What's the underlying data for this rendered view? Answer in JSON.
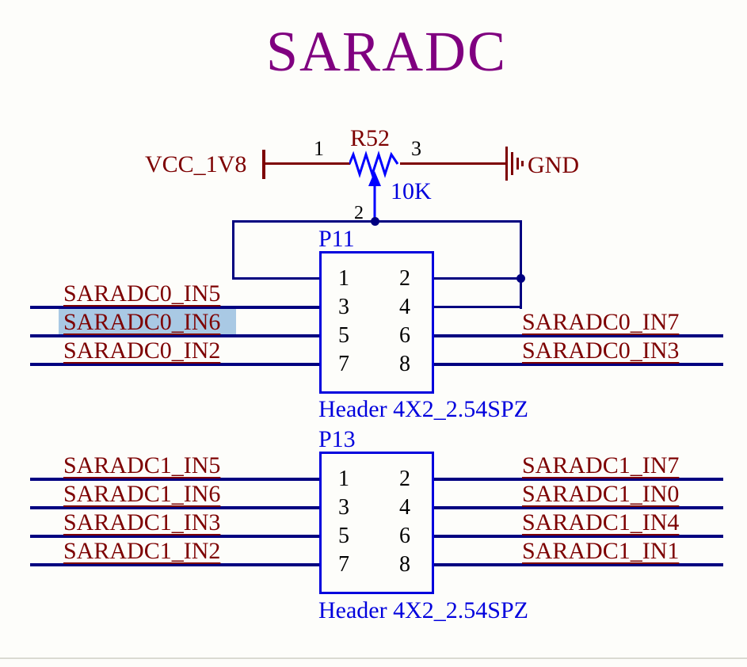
{
  "title": "SARADC",
  "colors": {
    "title": "#800080",
    "net-label": "#7d0000",
    "wire": "#000080",
    "power": "#7d0000",
    "component": "#0000dd",
    "pot": "#0000ff",
    "pin-number": "#000000",
    "highlight": "#a9c9e4",
    "background": "#fdfdfa"
  },
  "power_rail": {
    "vcc_label": "VCC_1V8",
    "gnd_label": "GND"
  },
  "potentiometer": {
    "designator": "R52",
    "value": "10K",
    "pin1": "1",
    "pin2": "2",
    "pin3": "3"
  },
  "headers": [
    {
      "designator": "P11",
      "part": "Header 4X2_2.54SPZ",
      "pins": [
        "1",
        "2",
        "3",
        "4",
        "5",
        "6",
        "7",
        "8"
      ],
      "left_nets": [
        "SARADC0_IN5",
        "SARADC0_IN6",
        "SARADC0_IN2"
      ],
      "right_nets": [
        "SARADC0_IN7",
        "SARADC0_IN3"
      ],
      "selected_net": "SARADC0_IN6"
    },
    {
      "designator": "P13",
      "part": "Header 4X2_2.54SPZ",
      "pins": [
        "1",
        "2",
        "3",
        "4",
        "5",
        "6",
        "7",
        "8"
      ],
      "left_nets": [
        "SARADC1_IN5",
        "SARADC1_IN6",
        "SARADC1_IN3",
        "SARADC1_IN2"
      ],
      "right_nets": [
        "SARADC1_IN7",
        "SARADC1_IN0",
        "SARADC1_IN4",
        "SARADC1_IN1"
      ]
    }
  ]
}
